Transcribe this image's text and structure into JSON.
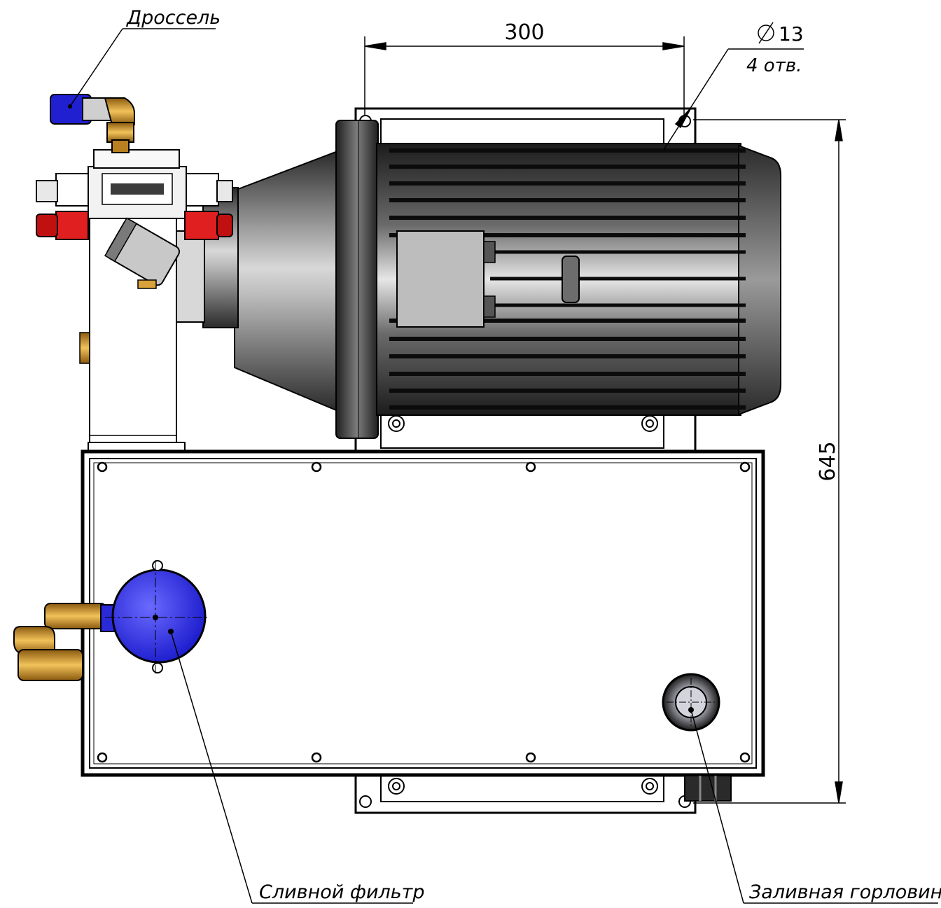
{
  "labels": {
    "throttle": "Дроссель",
    "drain_filter": "Сливной фильтр",
    "filler_neck": "Заливная горловина"
  },
  "dimensions": {
    "width_value": "300",
    "height_value": "645",
    "hole_diameter": "13",
    "hole_count": "4 отв."
  },
  "colors": {
    "outline": "#000000",
    "filter_blue": "#3b3bff",
    "valve_red": "#e02020",
    "brass": "#d9a23a",
    "motor_dark": "#2a2a2a",
    "panel_light": "#f4f4f4"
  }
}
